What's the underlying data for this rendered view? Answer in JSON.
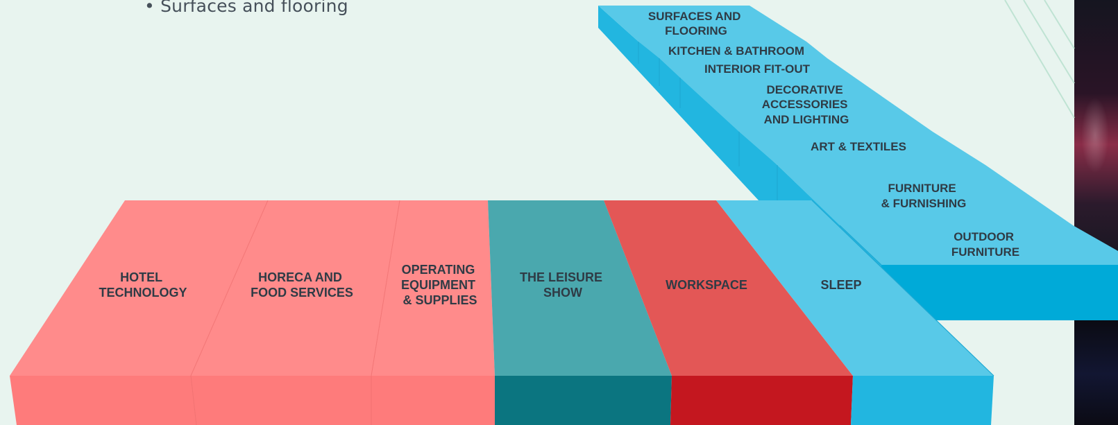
{
  "bullet_item": "Surfaces and flooring",
  "colors": {
    "background": "#e8f4ef",
    "blue_top": "#58c9e8",
    "blue_side": "#22b6e0",
    "pink_top": "#ff8b8b",
    "pink_side": "#fe7b7b",
    "teal_top": "#4aa8ae",
    "teal_side": "#0b7580",
    "red_top": "#e35756",
    "red_side": "#c4171f",
    "label": "#2f3b45"
  },
  "blue_stack": [
    {
      "id": "surfaces",
      "lines": [
        "SURFACES AND",
        "FLOORING"
      ]
    },
    {
      "id": "kitchen",
      "lines": [
        "KITCHEN & BATHROOM"
      ]
    },
    {
      "id": "interior",
      "lines": [
        "INTERIOR FIT-OUT"
      ]
    },
    {
      "id": "decorative",
      "lines": [
        "DECORATIVE",
        "ACCESSORIES",
        "AND LIGHTING"
      ]
    },
    {
      "id": "art",
      "lines": [
        "ART & TEXTILES"
      ]
    },
    {
      "id": "furniture",
      "lines": [
        "FURNITURE",
        "& FURNISHING"
      ]
    },
    {
      "id": "outdoor",
      "lines": [
        "OUTDOOR",
        "FURNITURE"
      ]
    }
  ],
  "front_row": [
    {
      "id": "hotel-technology",
      "lines": [
        "HOTEL",
        "TECHNOLOGY"
      ]
    },
    {
      "id": "horeca",
      "lines": [
        "HORECA AND",
        "FOOD SERVICES"
      ]
    },
    {
      "id": "operating",
      "lines": [
        "OPERATING",
        "EQUIPMENT",
        "& SUPPLIES"
      ]
    },
    {
      "id": "leisure",
      "lines": [
        "THE LEISURE",
        "SHOW"
      ]
    },
    {
      "id": "workspace",
      "lines": [
        "WORKSPACE"
      ]
    },
    {
      "id": "sleep",
      "lines": [
        "SLEEP"
      ]
    }
  ]
}
